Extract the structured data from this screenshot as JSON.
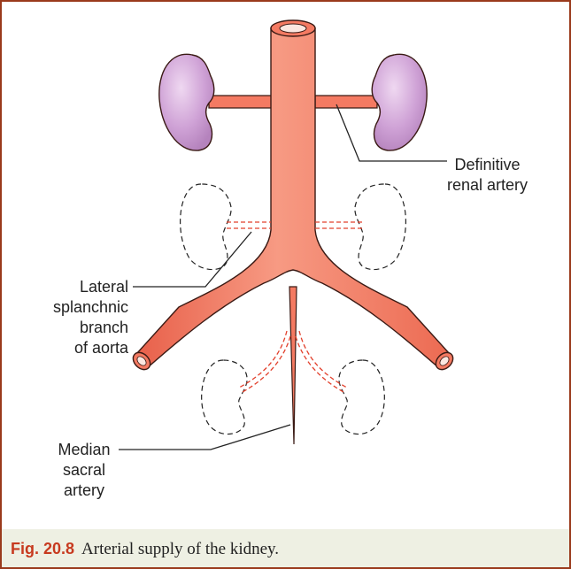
{
  "labels": {
    "definitive_renal": [
      "Definitive",
      "renal artery"
    ],
    "lateral_splanchnic": [
      "Lateral",
      "splanchnic",
      "branch",
      "of aorta"
    ],
    "median_sacral": [
      "Median",
      "sacral",
      "artery"
    ]
  },
  "caption": {
    "figure_number": "Fig. 20.8",
    "text": "Arterial supply of the kidney."
  },
  "colors": {
    "artery_fill": "#f47a62",
    "artery_outline": "#3a1a14",
    "kidney_fill": "#cc9fd2",
    "dashed_vessel": "#e2402c",
    "border": "#9a3a1c",
    "caption_bg": "#eef0e3",
    "caption_number": "#c73a1f"
  }
}
